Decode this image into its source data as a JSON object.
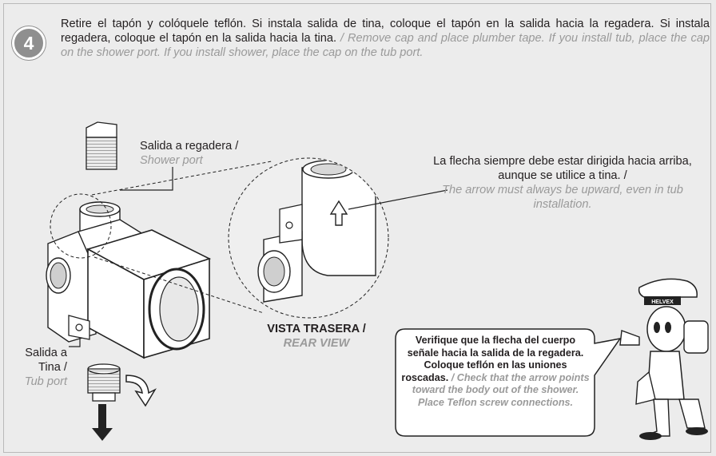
{
  "step_number": "4",
  "instruction": {
    "es": "Retire el tapón y colóquele teflón. Si instala salida de tina, coloque el tapón en la salida hacia la regadera. Si instala regadera, coloque el tapón en la salida hacia la tina.",
    "en": "/ Remove cap and place plumber tape. If you install tub, place the cap on the shower port. If you install shower, place the cap on the tub port."
  },
  "shower_port": {
    "es": "Salida a regadera /",
    "en": "Shower port"
  },
  "tub_port": {
    "es": "Salida a Tina /",
    "en": "Tub port"
  },
  "arrow_note": {
    "es": "La flecha siempre debe estar dirigida hacia arriba, aunque se utilice a tina. /",
    "en": "The arrow must always be upward, even in tub installation."
  },
  "rear_view": {
    "es": "VISTA TRASERA /",
    "en": "REAR VIEW"
  },
  "bubble": {
    "es": "Verifique que la flecha del cuerpo señale hacia la salida de la regadera. Coloque teflón en las uniones roscadas.",
    "en": "/ Check that the arrow points toward the body out of the shower. Place Teflon screw connections."
  },
  "mascot_cap_text": "HELVEX",
  "colors": {
    "text": "#231f20",
    "english": "#9a9a9a",
    "step_badge": "#8f8f8f",
    "background": "#ececec"
  }
}
